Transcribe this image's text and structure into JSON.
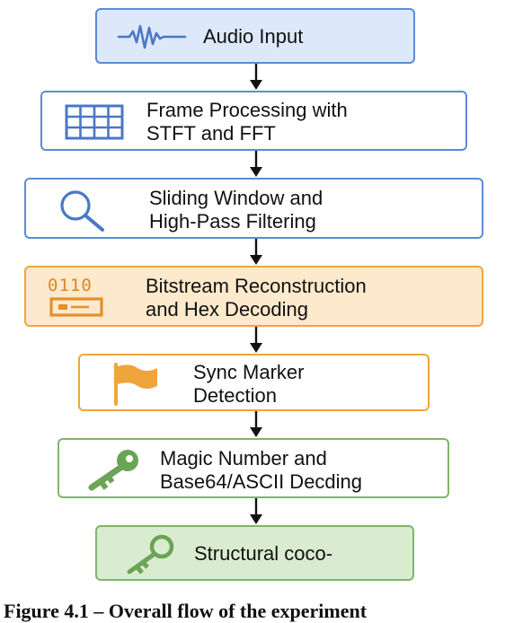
{
  "steps": [
    {
      "lines": [
        "Audio Input"
      ],
      "icon": "waveform-icon",
      "border": "#5b8bd6",
      "fill": "#dde9fb"
    },
    {
      "lines": [
        "Frame Processing with",
        "STFT and FFT"
      ],
      "icon": "grid-icon",
      "border": "#5b8bd6",
      "fill": "#ffffff"
    },
    {
      "lines": [
        "Sliding Window and",
        "High-Pass Filtering"
      ],
      "icon": "magnifier-icon",
      "border": "#5b8bd6",
      "fill": "#ffffff"
    },
    {
      "lines": [
        "Bitstream Reconstruction",
        "and Hex Decoding"
      ],
      "icon_text": "0110",
      "icon": "binary-card-icon",
      "border": "#f0a53c",
      "fill": "#fde9cc"
    },
    {
      "lines": [
        "Sync Marker",
        "Detection"
      ],
      "icon": "flag-icon",
      "border": "#f0a53c",
      "fill": "#ffffff"
    },
    {
      "lines": [
        "Magic Number and",
        "Base64/ASCII Decding"
      ],
      "icon": "key-icon",
      "border": "#7fb56a",
      "fill": "#ffffff"
    },
    {
      "lines": [
        "Structural coco-"
      ],
      "icon": "key-icon",
      "border": "#7fb56a",
      "fill": "#d9ecd0"
    }
  ],
  "caption": "Figure 4.1 – Overall flow of the experiment",
  "colors": {
    "blue": "#4a78c4",
    "orange": "#f0a53c",
    "green": "#6aa457",
    "arrow": "#111111"
  }
}
